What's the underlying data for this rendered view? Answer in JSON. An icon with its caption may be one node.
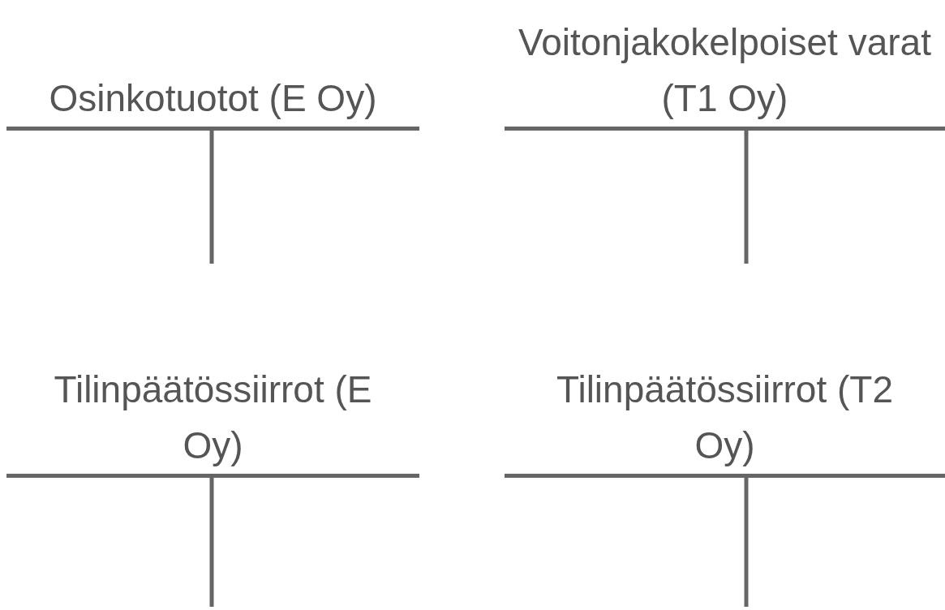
{
  "diagram": {
    "nodes": [
      {
        "text": [
          "Osinkotuotot (E Oy)"
        ]
      },
      {
        "text": [
          "Voitonjakokelpoiset varat (T1 Oy)"
        ]
      },
      {
        "text": [
          "Tilinpäätössiirrot (E Oy)"
        ]
      },
      {
        "text": [
          "Tilinpäätössiirrot (T2 Oy)"
        ]
      }
    ]
  }
}
